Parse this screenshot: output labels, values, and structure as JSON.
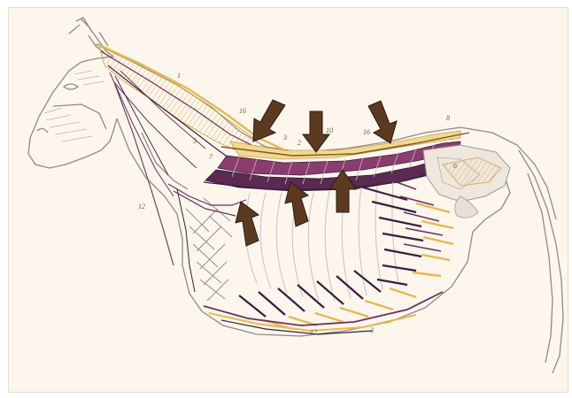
{
  "figure": {
    "subject": "horse",
    "view": "lateral",
    "colors": {
      "paper": "#fcf6ec",
      "outline": "#8c8c8c",
      "dark_muscle": "#3b1e3e",
      "purple_muscle": "#6a2f5e",
      "yellow_muscle": "#e7b84e",
      "light_yellow": "#f3d98f",
      "rib_lines": "#c9c4cc",
      "arrow": "#5b3a21",
      "arrow_outline": "#2c1a0e"
    },
    "arrows_down_count": 3,
    "arrows_up_count": 3
  }
}
